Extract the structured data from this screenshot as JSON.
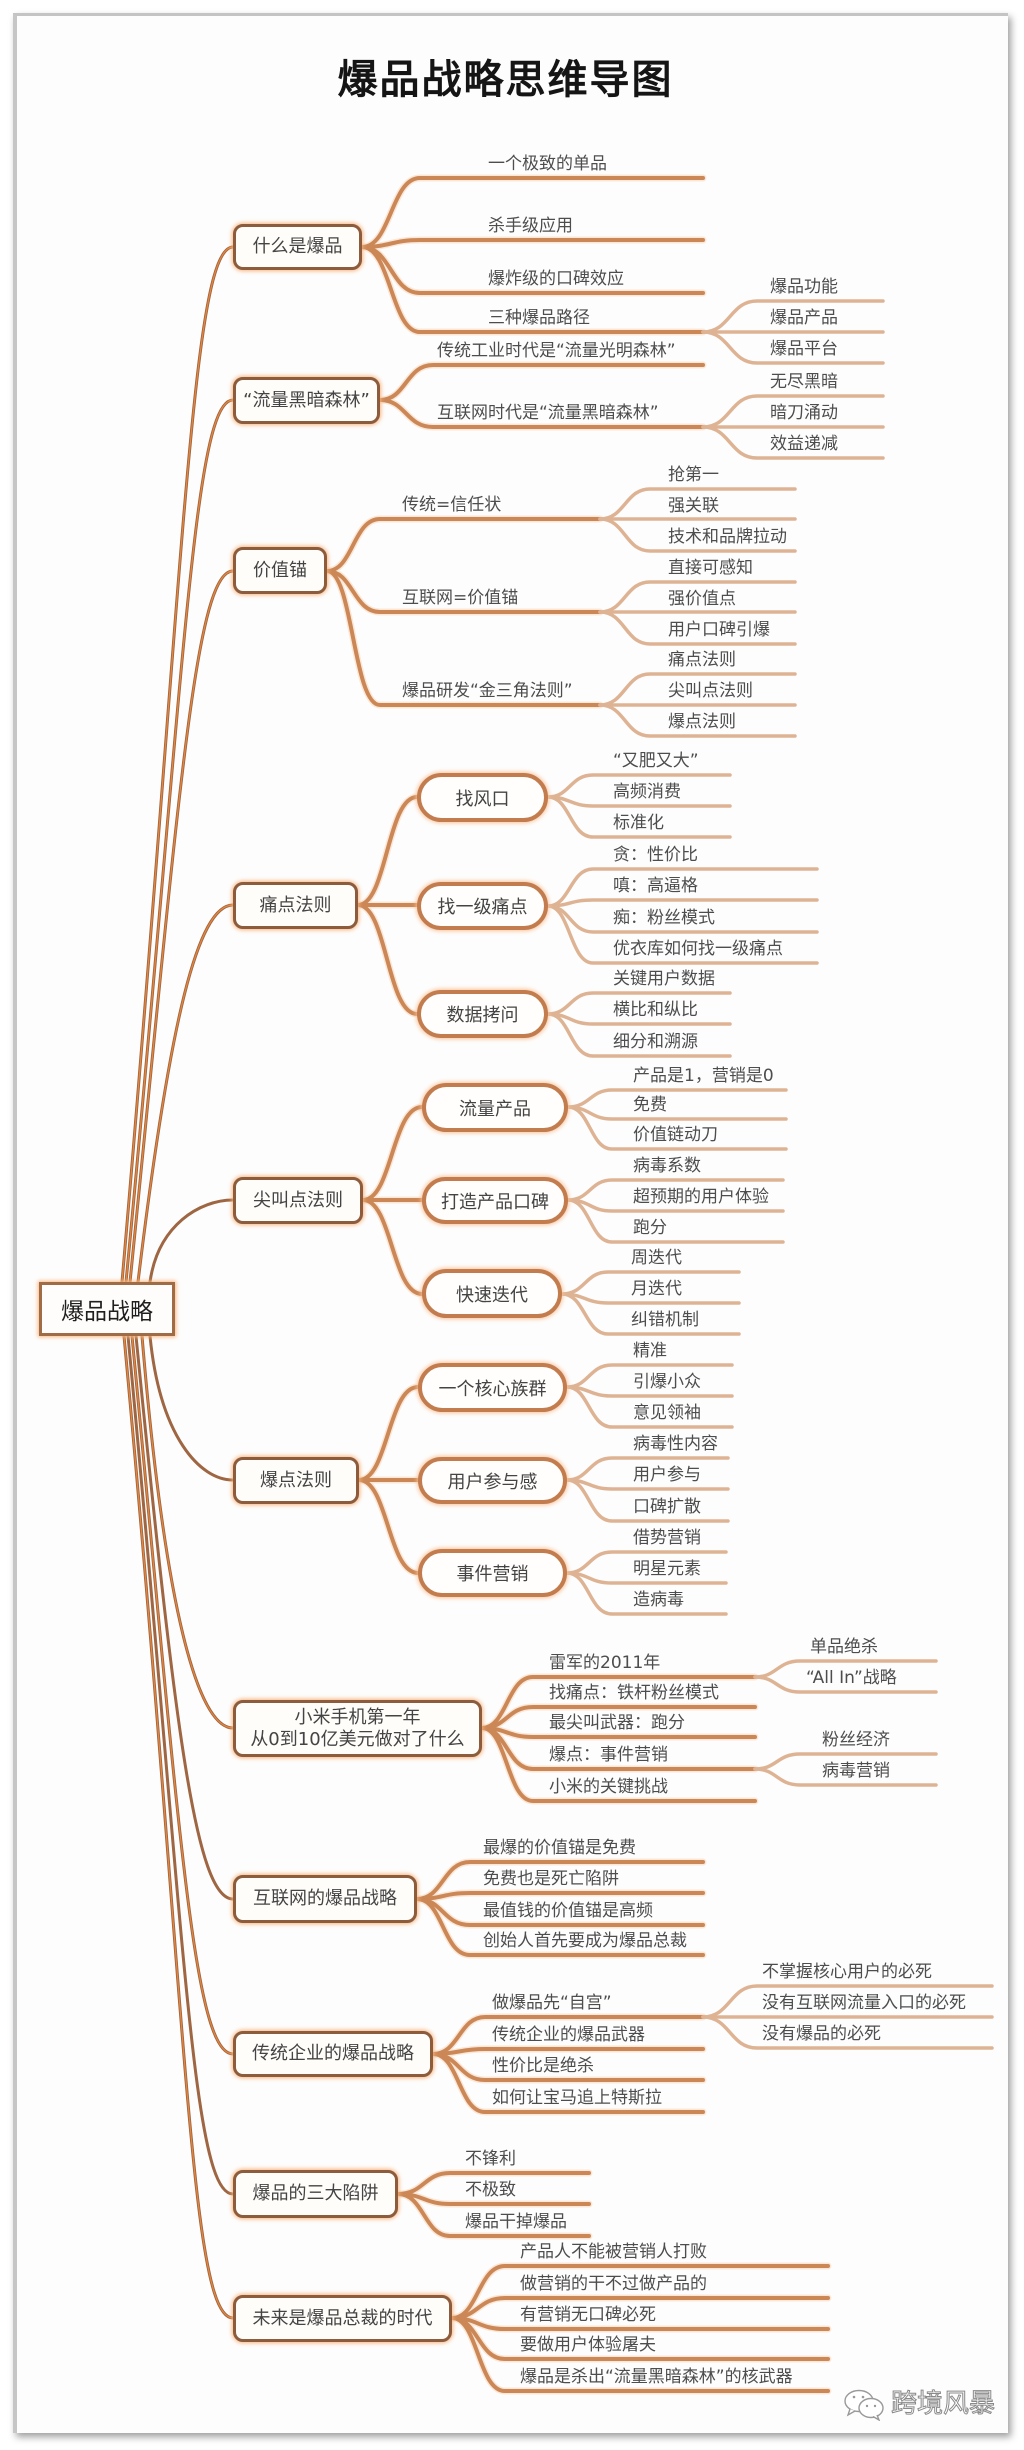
{
  "title": "爆品战略思维导图",
  "root": {
    "label": "爆品战略"
  },
  "branches": [
    {
      "label": "什么是爆品",
      "children": [
        {
          "label": "一个极致的单品"
        },
        {
          "label": "杀手级应用"
        },
        {
          "label": "爆炸级的口碑效应"
        },
        {
          "label": "三种爆品路径",
          "children": [
            {
              "label": "爆品功能"
            },
            {
              "label": "爆品产品"
            },
            {
              "label": "爆品平台"
            }
          ]
        }
      ]
    },
    {
      "label": "“流量黑暗森林”",
      "children": [
        {
          "label": "传统工业时代是“流量光明森林”"
        },
        {
          "label": "互联网时代是“流量黑暗森林”",
          "children": [
            {
              "label": "无尽黑暗"
            },
            {
              "label": "暗刀涌动"
            },
            {
              "label": "效益递减"
            }
          ]
        }
      ]
    },
    {
      "label": "价值锚",
      "children": [
        {
          "label": "传统=信任状",
          "children": [
            {
              "label": "抢第一"
            },
            {
              "label": "强关联"
            },
            {
              "label": "技术和品牌拉动"
            }
          ]
        },
        {
          "label": "互联网=价值锚",
          "children": [
            {
              "label": "直接可感知"
            },
            {
              "label": "强价值点"
            },
            {
              "label": "用户口碑引爆"
            }
          ]
        },
        {
          "label": "爆品研发“金三角法则”",
          "children": [
            {
              "label": "痛点法则"
            },
            {
              "label": "尖叫点法则"
            },
            {
              "label": "爆点法则"
            }
          ]
        }
      ]
    },
    {
      "label": "痛点法则",
      "children": [
        {
          "label": "找风口",
          "children": [
            {
              "label": "“又肥又大”"
            },
            {
              "label": "高频消费"
            },
            {
              "label": "标准化"
            }
          ]
        },
        {
          "label": "找一级痛点",
          "children": [
            {
              "label": "贪：性价比"
            },
            {
              "label": "嗔：高逼格"
            },
            {
              "label": "痴：粉丝模式"
            },
            {
              "label": "优衣库如何找一级痛点"
            }
          ]
        },
        {
          "label": "数据拷问",
          "children": [
            {
              "label": "关键用户数据"
            },
            {
              "label": "横比和纵比"
            },
            {
              "label": "细分和溯源"
            }
          ]
        }
      ]
    },
    {
      "label": "尖叫点法则",
      "children": [
        {
          "label": "流量产品",
          "children": [
            {
              "label": "产品是1，营销是0"
            },
            {
              "label": "免费"
            },
            {
              "label": "价值链动刀"
            }
          ]
        },
        {
          "label": "打造产品口碑",
          "children": [
            {
              "label": "病毒系数"
            },
            {
              "label": "超预期的用户体验"
            },
            {
              "label": "跑分"
            }
          ]
        },
        {
          "label": "快速迭代",
          "children": [
            {
              "label": "周迭代"
            },
            {
              "label": "月迭代"
            },
            {
              "label": "纠错机制"
            }
          ]
        }
      ]
    },
    {
      "label": "爆点法则",
      "children": [
        {
          "label": "一个核心族群",
          "children": [
            {
              "label": "精准"
            },
            {
              "label": "引爆小众"
            },
            {
              "label": "意见领袖"
            }
          ]
        },
        {
          "label": "用户参与感",
          "children": [
            {
              "label": "病毒性内容"
            },
            {
              "label": "用户参与"
            },
            {
              "label": "口碑扩散"
            }
          ]
        },
        {
          "label": "事件营销",
          "children": [
            {
              "label": "借势营销"
            },
            {
              "label": "明星元素"
            },
            {
              "label": "造病毒"
            }
          ]
        }
      ]
    },
    {
      "label_lines": [
        "小米手机第一年",
        "从0到10亿美元做对了什么"
      ],
      "children": [
        {
          "label": "雷军的2011年",
          "children": [
            {
              "label": "单品绝杀"
            },
            {
              "label": "“All In”战略"
            }
          ]
        },
        {
          "label": "找痛点：铁杆粉丝模式"
        },
        {
          "label": "最尖叫武器：跑分"
        },
        {
          "label": "爆点：事件营销",
          "children": [
            {
              "label": "粉丝经济"
            },
            {
              "label": "病毒营销"
            }
          ]
        },
        {
          "label": "小米的关键挑战"
        }
      ]
    },
    {
      "label": "互联网的爆品战略",
      "children": [
        {
          "label": "最爆的价值锚是免费"
        },
        {
          "label": "免费也是死亡陷阱"
        },
        {
          "label": "最值钱的价值锚是高频"
        },
        {
          "label": "创始人首先要成为爆品总裁"
        }
      ]
    },
    {
      "label": "传统企业的爆品战略",
      "children": [
        {
          "label": "做爆品先“自宫”",
          "children": [
            {
              "label": "不掌握核心用户的必死"
            },
            {
              "label": "没有互联网流量入口的必死"
            },
            {
              "label": "没有爆品的必死"
            }
          ]
        },
        {
          "label": "传统企业的爆品武器"
        },
        {
          "label": "性价比是绝杀"
        },
        {
          "label": "如何让宝马追上特斯拉"
        }
      ]
    },
    {
      "label": "爆品的三大陷阱",
      "children": [
        {
          "label": "不锋利"
        },
        {
          "label": "不极致"
        },
        {
          "label": "爆品干掉爆品"
        }
      ]
    },
    {
      "label": "未来是爆品总裁的时代",
      "children": [
        {
          "label": "产品人不能被营销人打败"
        },
        {
          "label": "做营销的干不过做产品的"
        },
        {
          "label": "有营销无口碑必死"
        },
        {
          "label": "要做用户体验屠夫"
        },
        {
          "label": "爆品是杀出“流量黑暗森林”的核武器"
        }
      ]
    }
  ],
  "watermark": {
    "icon": "wechat-icon",
    "text": "跨境风暴"
  },
  "colors": {
    "root_connector": "#9e6642",
    "root_connector_core": "#f08a3c",
    "branch_connector": "#cc8756",
    "leaf_connector": "#deb394",
    "topic_border": "#8c5c3c",
    "pill_border": "#c27c4e",
    "glow": "#f7b27a",
    "text": "#4d4d4d",
    "title": "#151515"
  }
}
